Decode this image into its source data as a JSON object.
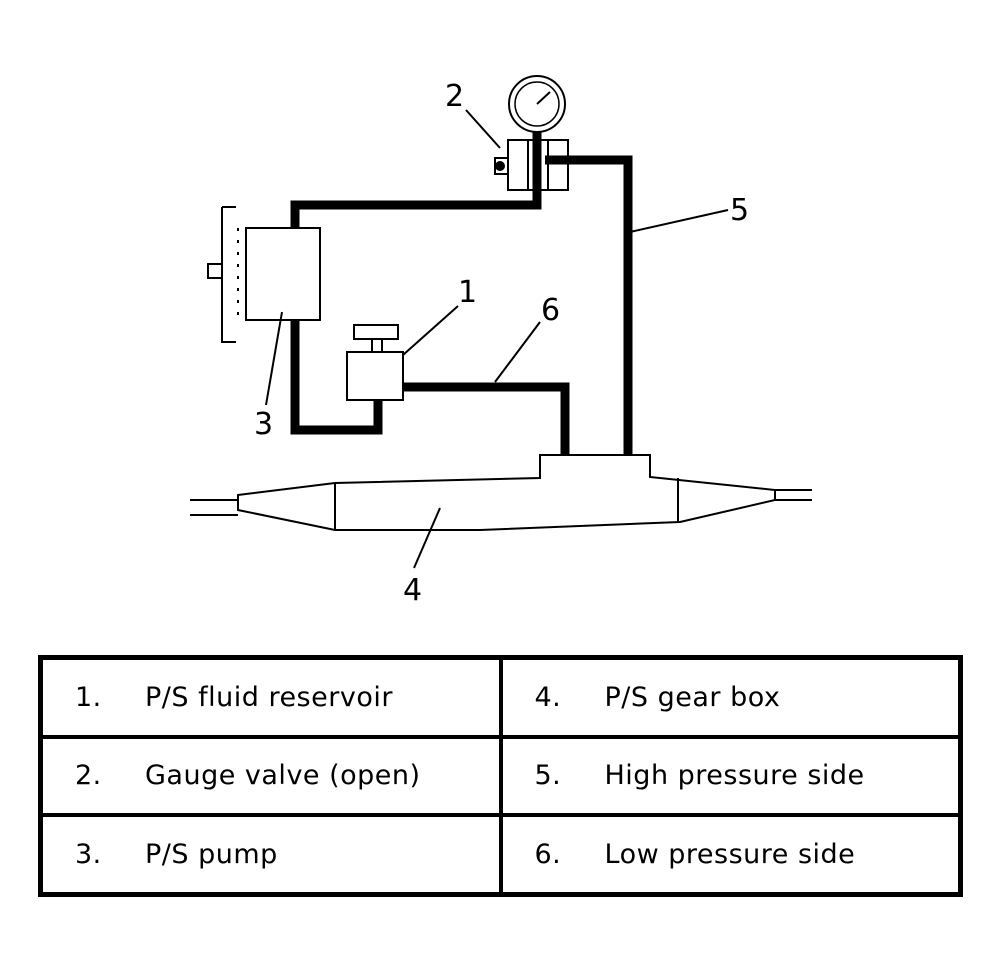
{
  "diagram": {
    "callouts": {
      "c1": "1",
      "c2": "2",
      "c3": "3",
      "c4": "4",
      "c5": "5",
      "c6": "6"
    }
  },
  "legend": {
    "rows": [
      {
        "left": {
          "num": "1.",
          "text": "P/S fluid reservoir"
        },
        "right": {
          "num": "4.",
          "text": "P/S gear box"
        }
      },
      {
        "left": {
          "num": "2.",
          "text": "Gauge valve (open)"
        },
        "right": {
          "num": "5.",
          "text": "High pressure side"
        }
      },
      {
        "left": {
          "num": "3.",
          "text": "P/S pump"
        },
        "right": {
          "num": "6.",
          "text": "Low pressure side"
        }
      }
    ]
  }
}
